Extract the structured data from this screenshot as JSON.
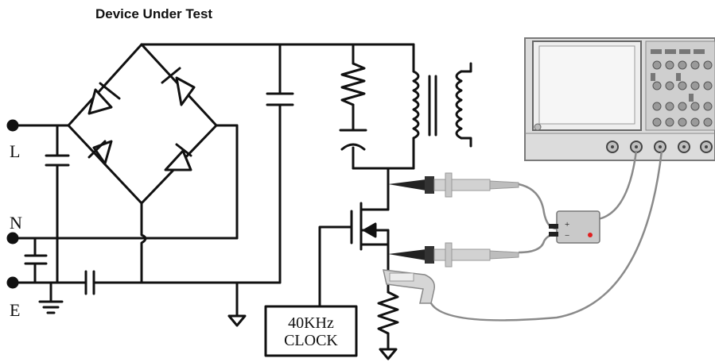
{
  "title": "Device Under Test",
  "terminals": {
    "line": "L",
    "neutral": "N",
    "earth": "E"
  },
  "clock": {
    "line1": "40KHz",
    "line2": "CLOCK"
  },
  "probe": {
    "plus": "+",
    "minus": "−"
  },
  "colors": {
    "wire": "#111111",
    "scope_body": "#d8d8d8",
    "scope_screen": "#e9e9e9",
    "probe_tip": "#222222",
    "probe_shaft": "#cfcfcf",
    "probe_led": "#e02020",
    "cable": "#8a8a8a"
  },
  "icons": [
    "bridge-rectifier-icon",
    "capacitor-icon",
    "resistor-icon",
    "transformer-icon",
    "mosfet-icon",
    "ground-icon",
    "oscilloscope-icon",
    "differential-probe-icon",
    "current-probe-icon"
  ]
}
